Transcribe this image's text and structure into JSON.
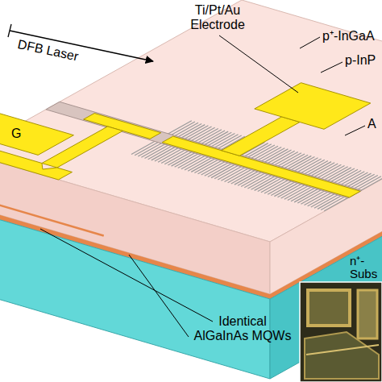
{
  "diagram": {
    "labels": [
      "DFB Laser",
      "Ti/Pt/Au Electrode",
      "p⁺-InGaA",
      "p-InP",
      "A",
      "n⁺- Subs",
      "G",
      "Identical AlGaInAs MQWs"
    ]
  }
}
